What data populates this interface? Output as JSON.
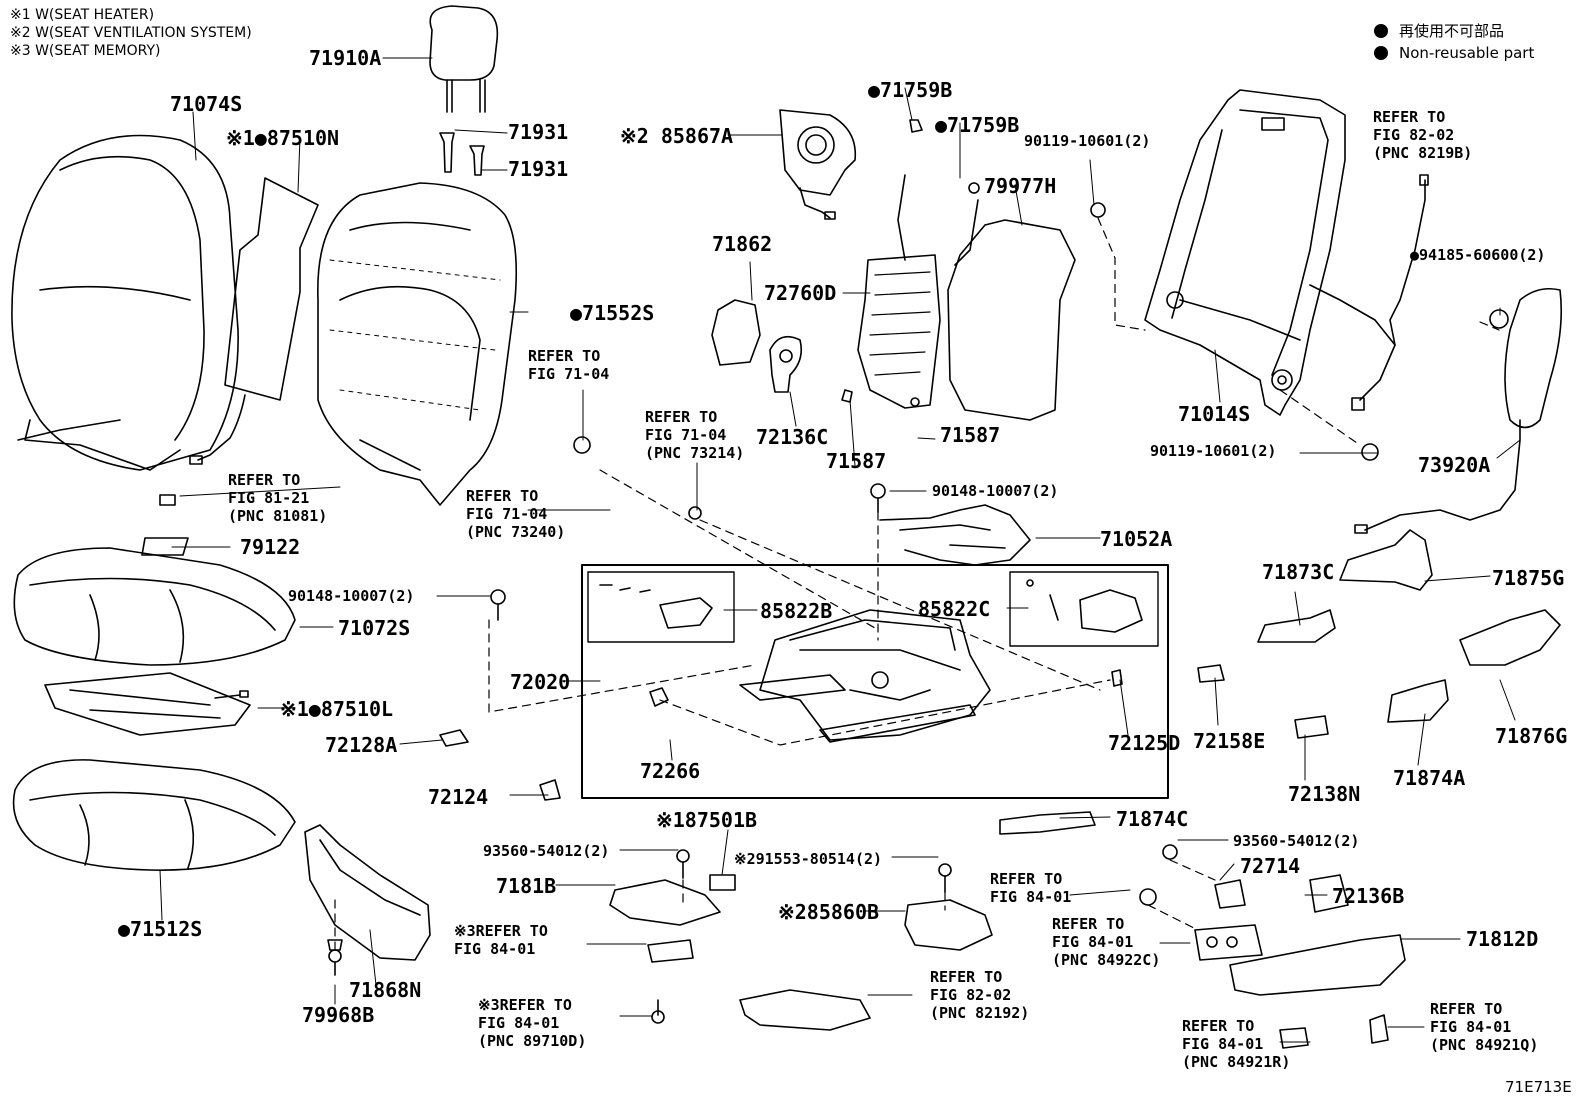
{
  "notes": [
    "※1 W(SEAT HEATER)",
    "※2 W(SEAT VENTILATION SYSTEM)",
    "※3 W(SEAT MEMORY)"
  ],
  "legend": {
    "jp": "再使用不可部品",
    "en": "Non-reusable part"
  },
  "figure_code": "71E713E",
  "parts": {
    "p71910A": "71910A",
    "p71931a": "71931",
    "p71931b": "71931",
    "p71074S": "71074S",
    "p87510N": "※1●87510N",
    "p85867A": "※2 85867A",
    "p71759B_1": "●71759B",
    "p71759B_2": "●71759B",
    "p79977H": "79977H",
    "p90119_top": "90119-10601(2)",
    "p71552S": "●71552S",
    "p71862": "71862",
    "p72760D": "72760D",
    "p72136C": "72136C",
    "p71587a": "71587",
    "p71587b": "71587",
    "p71014S": "71014S",
    "p90119_bot": "90119-10601(2)",
    "p94185": "●94185-60600(2)",
    "p73920A": "73920A",
    "p79122": "79122",
    "p90148_left": "90148-10007(2)",
    "p90148_mid": "90148-10007(2)",
    "p71072S": "71072S",
    "p71052A": "71052A",
    "p85822B": "85822B",
    "p85822C": "85822C",
    "p72020": "72020",
    "p87510L": "※1●87510L",
    "p72128A": "72128A",
    "p72266": "72266",
    "p72125D": "72125D",
    "p72158E": "72158E",
    "p72138N": "72138N",
    "p71873C": "71873C",
    "p71875G": "71875G",
    "p71876G": "71876G",
    "p71874A": "71874A",
    "p72124": "72124",
    "p87501B": "※187501B",
    "p71874C": "71874C",
    "p93560_left": "93560-54012(2)",
    "p93560_right": "93560-54012(2)",
    "p291553": "※291553-80514(2)",
    "p72714": "72714",
    "p7181B": "7181B",
    "p72136B": "72136B",
    "p85860B": "※285860B",
    "p71812D": "71812D",
    "p71512S": "●71512S",
    "p71868N": "71868N",
    "p79968B": "79968B"
  },
  "refers": {
    "r_81_21": [
      "REFER TO",
      "FIG 81-21",
      "(PNC 81081)"
    ],
    "r_71_04_a": [
      "REFER TO",
      "FIG 71-04"
    ],
    "r_71_04_b": [
      "REFER TO",
      "FIG 71-04",
      "(PNC 73214)"
    ],
    "r_71_04_c": [
      "REFER TO",
      "FIG 71-04",
      "(PNC 73240)"
    ],
    "r_82_02_top": [
      "REFER TO",
      "FIG 82-02",
      "(PNC 8219B)"
    ],
    "r_84_01_a": [
      "※3REFER TO",
      "FIG 84-01"
    ],
    "r_84_01_b": [
      "※3REFER TO",
      "FIG 84-01",
      "(PNC 89710D)"
    ],
    "r_84_01_c": [
      "REFER TO",
      "FIG 84-01"
    ],
    "r_84_01_d": [
      "REFER TO",
      "FIG 84-01",
      "(PNC 84922C)"
    ],
    "r_82_02_bot": [
      "REFER TO",
      "FIG 82-02",
      "(PNC 82192)"
    ],
    "r_84_01_e": [
      "REFER TO",
      "FIG 84-01",
      "(PNC 84921R)"
    ],
    "r_84_01_f": [
      "REFER TO",
      "FIG 84-01",
      "(PNC 84921Q)"
    ]
  }
}
